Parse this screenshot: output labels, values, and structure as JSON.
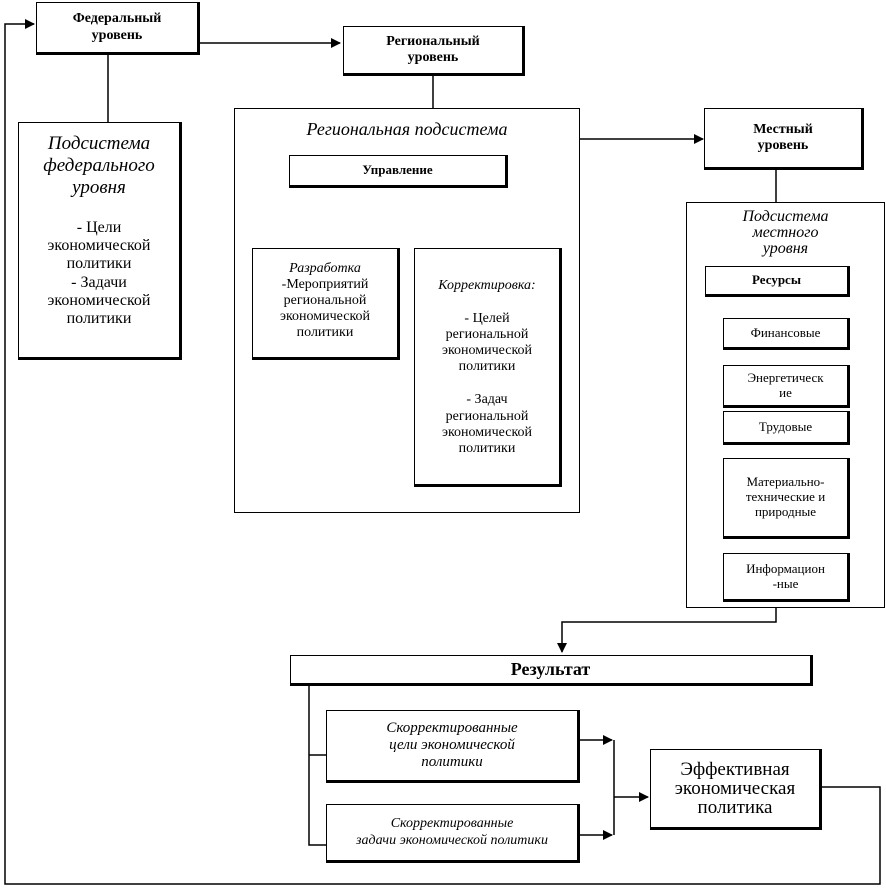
{
  "federal": {
    "title": [
      "Федеральный",
      "уровень"
    ],
    "subsystem_title": [
      "Подсистема",
      "федерального",
      "уровня"
    ],
    "goals": [
      "- Цели",
      "экономической",
      "политики"
    ],
    "tasks": [
      "-  Задачи",
      "экономической",
      "политики"
    ]
  },
  "regional": {
    "title": [
      "Региональный",
      "уровень"
    ],
    "subsystem_title": "Региональная подсистема",
    "management": "Управление",
    "development": {
      "title": "Разработка",
      "lines": [
        "-Мероприятий",
        "региональной",
        "экономической",
        "политики"
      ]
    },
    "correction": {
      "title": "Корректировка:",
      "goals": [
        "- Целей",
        "региональной",
        "экономической",
        "политики"
      ],
      "tasks": [
        "- Задач",
        "региональной",
        "экономической",
        "политики"
      ]
    }
  },
  "local": {
    "title": [
      "Местный",
      "уровень"
    ],
    "subsystem_title": [
      "Подсистема",
      "местного",
      "уровня"
    ],
    "resources": "Ресурсы",
    "resource_items": [
      [
        "Финансовые"
      ],
      [
        "Энергетическ",
        "ие"
      ],
      [
        "Трудовые"
      ],
      [
        "Материально-",
        "технические и",
        "природные"
      ],
      [
        "Информацион",
        "-ные"
      ]
    ]
  },
  "result": {
    "title": "Результат",
    "corrected_goals": [
      "Скорректированные",
      "цели экономической",
      "политики"
    ],
    "corrected_tasks": [
      "Скорректированные",
      "задачи экономической политики"
    ],
    "effective_policy": [
      "Эффективная",
      "экономическая",
      "политика"
    ]
  }
}
